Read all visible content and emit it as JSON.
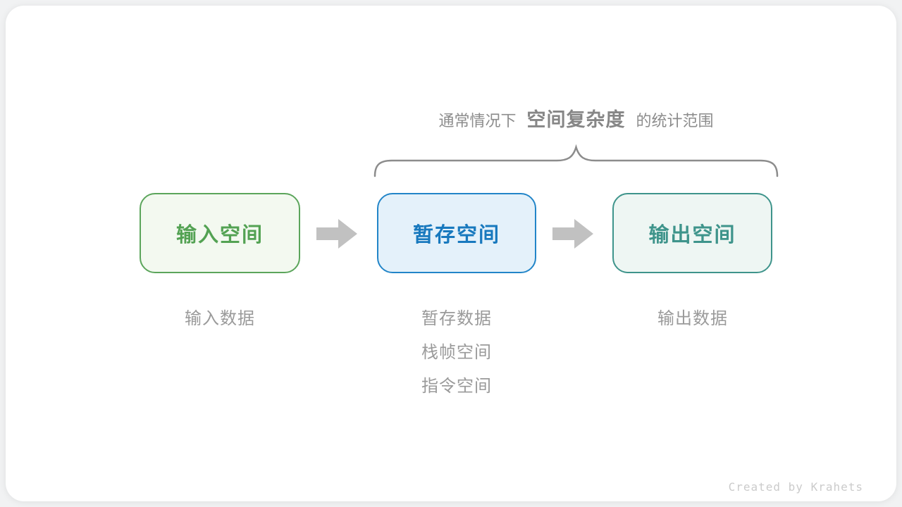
{
  "page": {
    "background_color": "#f1f2f3",
    "card_color": "#ffffff"
  },
  "annotation": {
    "prefix": "通常情况下",
    "highlight": "空间复杂度",
    "suffix": "的统计范围",
    "text_color": "#8c8c8c",
    "brace_color": "#8c8c8c"
  },
  "boxes": [
    {
      "id": "input-space",
      "label": "输入空间",
      "border_color": "#5ba55b",
      "background_color": "#f3f9f0",
      "text_color": "#53a253",
      "sublabels": [
        "输入数据"
      ]
    },
    {
      "id": "temp-space",
      "label": "暂存空间",
      "border_color": "#2285c8",
      "background_color": "#e4f1fa",
      "text_color": "#1879be",
      "sublabels": [
        "暂存数据",
        "栈帧空间",
        "指令空间"
      ]
    },
    {
      "id": "output-space",
      "label": "输出空间",
      "border_color": "#3e948b",
      "background_color": "#eef6f3",
      "text_color": "#3e948b",
      "sublabels": [
        "输出数据"
      ]
    }
  ],
  "arrows": {
    "color": "#c1c1c1",
    "count": 2
  },
  "credit": "Created by Krahets"
}
